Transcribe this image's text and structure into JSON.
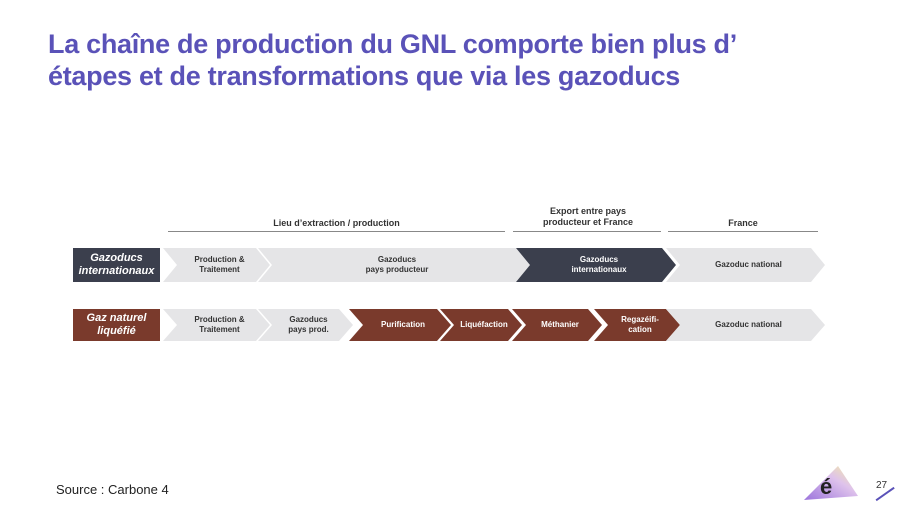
{
  "title": {
    "line1": "La chaîne de production du GNL comporte bien plus d’",
    "line2": "étapes et de transformations que via les gazoducs"
  },
  "headers": {
    "extraction": "Lieu d’extraction / production",
    "export1": "Export entre pays",
    "export2": "producteur et France",
    "france": "France"
  },
  "rows": [
    {
      "label1": "Gazoducs",
      "label2": "internationaux",
      "steps": [
        {
          "l1": "Production &",
          "l2": "Traitement"
        },
        {
          "l1": "Gazoducs",
          "l2": "pays producteur"
        },
        {
          "l1": "Gazoducs",
          "l2": "internationaux"
        },
        {
          "l1": "Gazoduc national",
          "l2": ""
        }
      ]
    },
    {
      "label1": "Gaz naturel",
      "label2": "liquéfié",
      "steps": [
        {
          "l1": "Production &",
          "l2": "Traitement"
        },
        {
          "l1": "Gazoducs",
          "l2": "pays prod."
        },
        {
          "l1": "Purification",
          "l2": ""
        },
        {
          "l1": "Liquéfaction",
          "l2": ""
        },
        {
          "l1": "Méthanier",
          "l2": ""
        },
        {
          "l1": "Regazéifi-",
          "l2": "cation"
        },
        {
          "l1": "Gazoduc national",
          "l2": ""
        }
      ]
    }
  ],
  "colors": {
    "title": "#5a52b8",
    "dark": "#3b3f4d",
    "brown": "#7a3a2c",
    "light": "#e5e5e7"
  },
  "footer": {
    "source": "Source : Carbone 4",
    "page": "27"
  }
}
